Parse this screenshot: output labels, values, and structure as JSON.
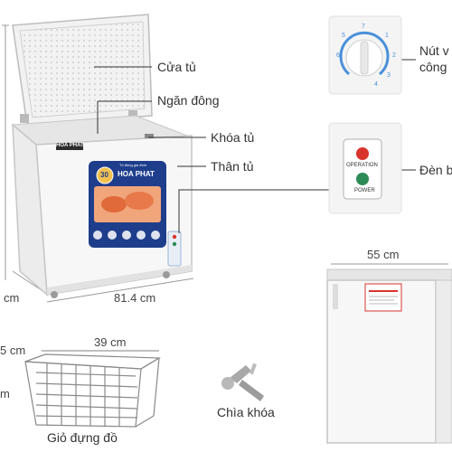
{
  "labels": {
    "lid": "Cửa tủ",
    "freezer_compartment": "Ngăn đông",
    "lock": "Khóa tủ",
    "body": "Thân tủ",
    "knob": "Nút v",
    "knob_line2": "công",
    "lights": "Đèn b",
    "key": "Chìa khóa",
    "basket": "Giỏ đựng đồ"
  },
  "dimensions": {
    "width": "81.4 cm",
    "height_left": "cm",
    "side_depth": "55 cm",
    "basket_width": "39 cm",
    "basket_depth_left": "5 cm",
    "basket_height_left": "m"
  },
  "panel": {
    "operation": "OPERATION",
    "power": "POWER",
    "dial_numbers": [
      "7",
      "1",
      "2",
      "3",
      "4",
      "5",
      "6"
    ]
  },
  "branding": {
    "brand": "HOA PHAT",
    "badge": "30",
    "promo": "Tủ đông gia đình"
  },
  "colors": {
    "dial_ring": "#4a90d9",
    "operation_led": "#d9342b",
    "power_led": "#2e8b57",
    "panel_bg": "#f4f4f4",
    "banner_bg": "#1e3e8c",
    "leader_line": "#333333"
  }
}
